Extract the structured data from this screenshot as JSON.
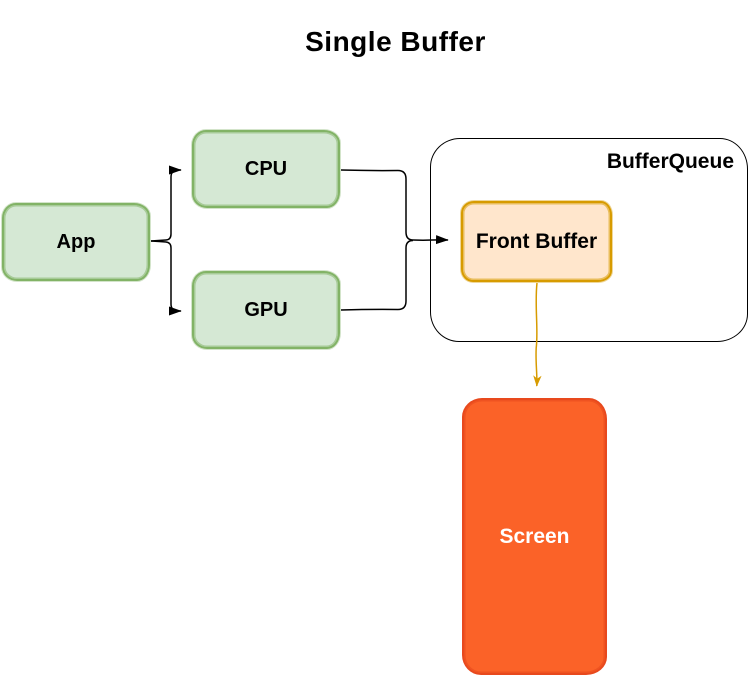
{
  "title": "Single Buffer",
  "nodes": {
    "app": {
      "label": "App",
      "fill": "#d5e8d4",
      "border": "#82b366",
      "text_color": "#000000"
    },
    "cpu": {
      "label": "CPU",
      "fill": "#d5e8d4",
      "border": "#82b366",
      "text_color": "#000000"
    },
    "gpu": {
      "label": "GPU",
      "fill": "#d5e8d4",
      "border": "#82b366",
      "text_color": "#000000"
    },
    "buffer_queue": {
      "label": "BufferQueue",
      "fill": "#ffffff",
      "border": "#000000",
      "text_color": "#000000"
    },
    "front_buffer": {
      "label": "Front Buffer",
      "fill": "#ffe6cc",
      "border": "#d79b00",
      "text_color": "#000000"
    },
    "screen": {
      "label": "Screen",
      "fill": "#fb6228",
      "border": "#e8491d",
      "text_color": "#ffffff"
    }
  },
  "edges": [
    {
      "from": "App",
      "to": "CPU",
      "color": "#000000",
      "arrow": true
    },
    {
      "from": "App",
      "to": "GPU",
      "color": "#000000",
      "arrow": true
    },
    {
      "from": "CPU",
      "to": "Front Buffer",
      "color": "#000000",
      "arrow": true
    },
    {
      "from": "GPU",
      "to": "Front Buffer",
      "color": "#000000",
      "arrow": true
    },
    {
      "from": "Front Buffer",
      "to": "Screen",
      "color": "#d79b00",
      "arrow": true
    }
  ],
  "containment": {
    "buffer_queue_contains": [
      "Front Buffer"
    ]
  }
}
